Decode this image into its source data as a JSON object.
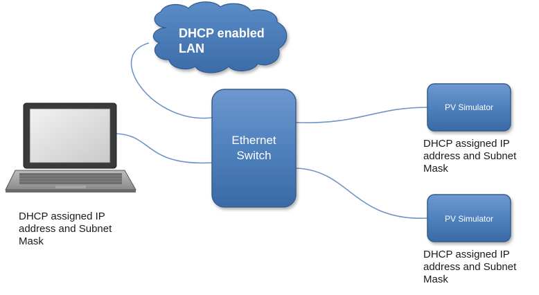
{
  "cloud": {
    "label": "DHCP enabled\nLAN"
  },
  "switch": {
    "label": "Ethernet\nSwitch"
  },
  "simulators": [
    {
      "label": "PV Simulator",
      "caption": "DHCP assigned  IP\naddress and Subnet\nMask"
    },
    {
      "label": "PV Simulator",
      "caption": "DHCP assigned  IP\naddress and Subnet\nMask"
    }
  ],
  "laptop": {
    "caption": "DHCP assigned  IP\naddress and Subnet\nMask"
  },
  "colors": {
    "node_fill": "#4f81bd",
    "node_stroke": "#385d8a",
    "cable": "#6f93c4"
  }
}
